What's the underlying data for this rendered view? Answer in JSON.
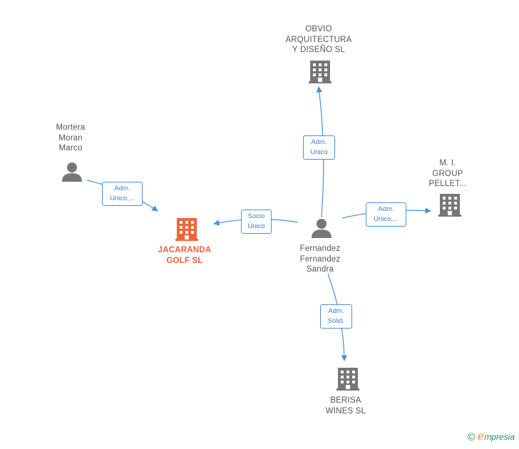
{
  "colors": {
    "edge": "#4a90d9",
    "company": "#777777",
    "main_company": "#f0643c",
    "person": "#777777"
  },
  "nodes": {
    "obvio": {
      "label": "OBVIO\nARQUITECTURA\nY DISEÑO  SL",
      "icon": "building-icon"
    },
    "mortera": {
      "label": "Mortera\nMoran\nMarco",
      "icon": "person-icon"
    },
    "mi_group": {
      "label": "M.  I.\nGROUP\nPELLET...",
      "icon": "building-icon"
    },
    "jacaranda": {
      "label": "JACARANDA\nGOLF  SL",
      "icon": "building-icon"
    },
    "fernandez": {
      "label": "Fernandez\nFernandez\nSandra",
      "icon": "person-icon"
    },
    "berisa": {
      "label": "BERISA\nWINES  SL",
      "icon": "building-icon"
    }
  },
  "edges": {
    "fernandez_obvio": "Adm.\nUnico",
    "mortera_jacaranda": "Adm.\nUnico,...",
    "fernandez_jacaranda": "Socio\nÚnico",
    "fernandez_migroup": "Adm.\nUnico,...",
    "fernandez_berisa": "Adm.\nSolid."
  },
  "brand": {
    "copyright": "©",
    "e": "e",
    "rest": "mpresia"
  }
}
